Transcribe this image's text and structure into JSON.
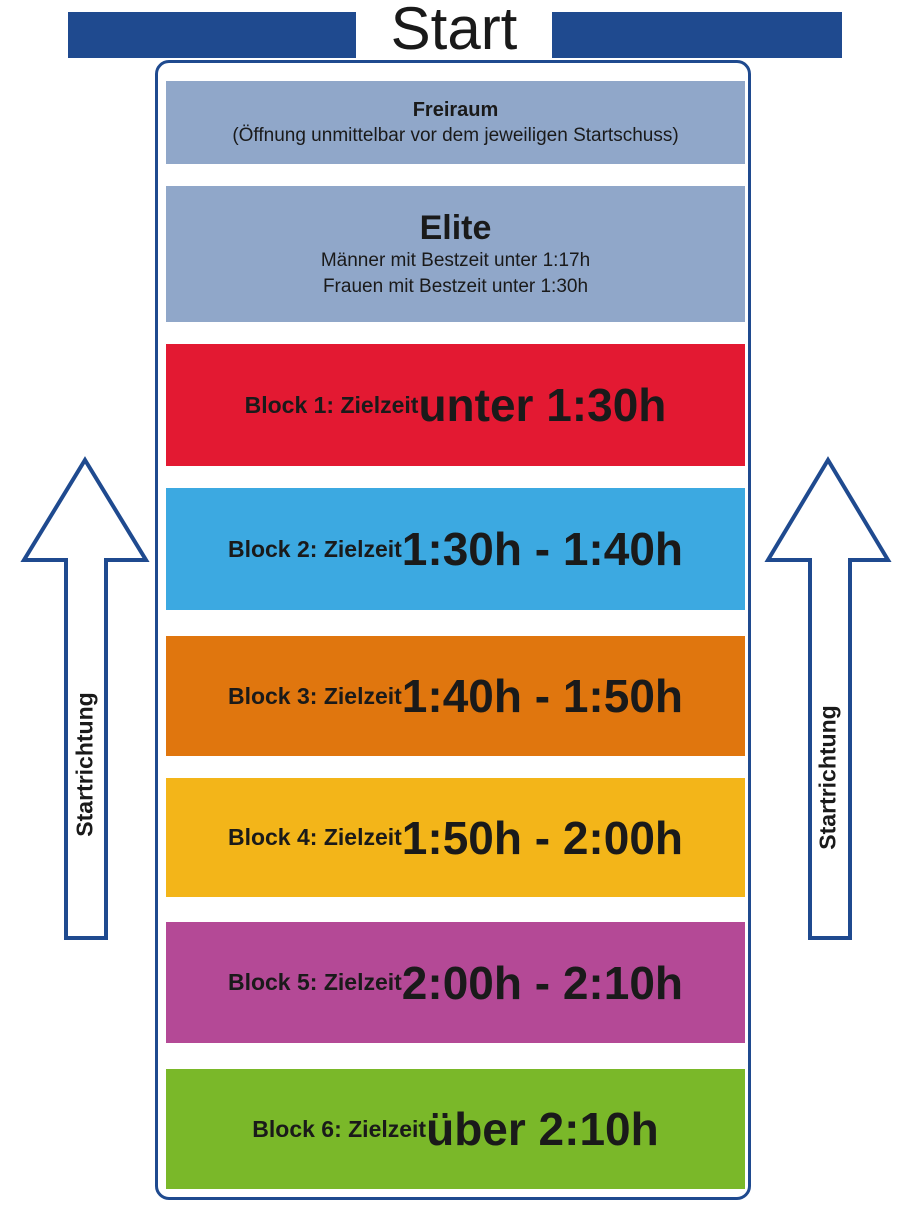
{
  "header": {
    "title": "Start"
  },
  "freiraum": {
    "title": "Freiraum",
    "note": "(Öffnung unmittelbar vor dem jeweiligen Startschuss)"
  },
  "elite": {
    "title": "Elite",
    "line1": "Männer mit Bestzeit unter 1:17h",
    "line2": "Frauen mit Bestzeit unter 1:30h"
  },
  "blocks": [
    {
      "label": "Block 1: Zielzeit",
      "time": "unter 1:30h",
      "color": "#e31932"
    },
    {
      "label": "Block 2: Zielzeit",
      "time": "1:30h - 1:40h",
      "color": "#3ca9e1"
    },
    {
      "label": "Block 3: Zielzeit",
      "time": "1:40h - 1:50h",
      "color": "#e0760e"
    },
    {
      "label": "Block 4: Zielzeit",
      "time": "1:50h - 2:00h",
      "color": "#f3b519"
    },
    {
      "label": "Block 5: Zielzeit",
      "time": "2:00h - 2:10h",
      "color": "#b44996"
    },
    {
      "label": "Block 6: Zielzeit",
      "time": "über 2:10h",
      "color": "#7ab829"
    }
  ],
  "arrows": {
    "label_left": "Startrichtung",
    "label_right": "Startrichtung"
  },
  "colors": {
    "frame": "#1f4a8f",
    "header_bar": "#1f4a8f",
    "top_boxes": "#90a7c9"
  }
}
